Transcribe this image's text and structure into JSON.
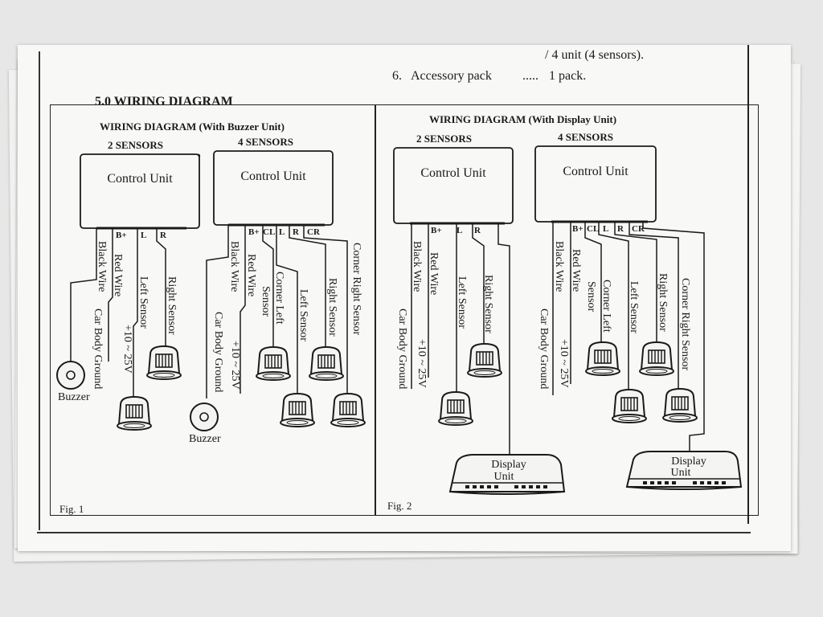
{
  "header": {
    "partial_line": "/ 4 unit (4 sensors).",
    "accessory_number": "6.",
    "accessory_label": "Accessory pack",
    "accessory_dots": ".....",
    "accessory_value": "1 pack.",
    "section_title": "5.0  WIRING DIAGRAM"
  },
  "fig1": {
    "title": "WIRING DIAGRAM (With Buzzer Unit)",
    "caption": "Fig. 1",
    "two": {
      "heading": "2 SENSORS",
      "control_unit": "Control Unit",
      "pins": [
        "B+",
        "L",
        "R"
      ],
      "wires": [
        "Black Wire",
        "Red Wire",
        "Left Sensor",
        "Right Sensor"
      ],
      "lower_labels": [
        "Car Body Ground",
        "+10 ~ 25V"
      ],
      "buzzer": "Buzzer"
    },
    "four": {
      "heading": "4 SENSORS",
      "control_unit": "Control Unit",
      "pins": [
        "B+",
        "CL",
        "L",
        "R",
        "CR"
      ],
      "wires": [
        "Black Wire",
        "Red Wire",
        "Sensor",
        "Corner Left",
        "Left Sensor",
        "Right Sensor",
        "Corner Right Sensor"
      ],
      "lower_labels": [
        "Car Body Ground",
        "+10 ~ 25V"
      ],
      "buzzer": "Buzzer"
    }
  },
  "fig2": {
    "title": "WIRING DIAGRAM (With Display Unit)",
    "caption": "Fig. 2",
    "two": {
      "heading": "2 SENSORS",
      "control_unit": "Control Unit",
      "pins": [
        "B+",
        "L",
        "R"
      ],
      "wires": [
        "Black Wire",
        "Red Wire",
        "Left Sensor",
        "Right Sensor"
      ],
      "lower_labels": [
        "Car Body Ground",
        "+10 ~ 25V"
      ],
      "display_line1": "Display",
      "display_line2": "Unit"
    },
    "four": {
      "heading": "4 SENSORS",
      "control_unit": "Control Unit",
      "pins": [
        "B+",
        "CL",
        "L",
        "R",
        "CR"
      ],
      "wires": [
        "Black Wire",
        "Red Wire",
        "Sensor",
        "Corner Left",
        "Left Sensor",
        "Right Sensor",
        "Corner Right Sensor"
      ],
      "lower_labels": [
        "Car Body Ground",
        "+10 ~ 25V"
      ],
      "display_line1": "Display",
      "display_line2": "Unit"
    }
  }
}
